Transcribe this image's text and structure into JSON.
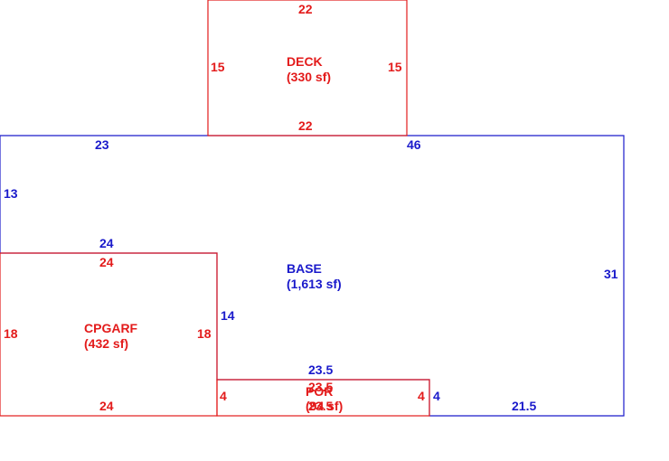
{
  "colors": {
    "base": "#1a1acb",
    "addition": "#e31b1b"
  },
  "areas": {
    "deck": {
      "name": "DECK",
      "area": "(330 sf)"
    },
    "base": {
      "name": "BASE",
      "area": "(1,613 sf)"
    },
    "cpgarf": {
      "name": "CPGARF",
      "area": "(432 sf)"
    },
    "por": {
      "name": "POR",
      "area": "(94 sf)"
    }
  },
  "dims": {
    "deck_top": "22",
    "deck_left": "15",
    "deck_right": "15",
    "deck_bottom": "22",
    "base_top_left": "23",
    "base_top_right": "46",
    "base_left": "13",
    "base_step_top": "24",
    "base_right": "31",
    "base_step_side": "14",
    "base_por_top": "23.5",
    "base_por_side": "4",
    "base_bottom": "21.5",
    "cpgarf_top": "24",
    "cpgarf_left": "18",
    "cpgarf_right": "18",
    "cpgarf_bottom": "24",
    "por_top": "23.5",
    "por_left": "4",
    "por_right": "4",
    "por_bottom": "23.5"
  }
}
